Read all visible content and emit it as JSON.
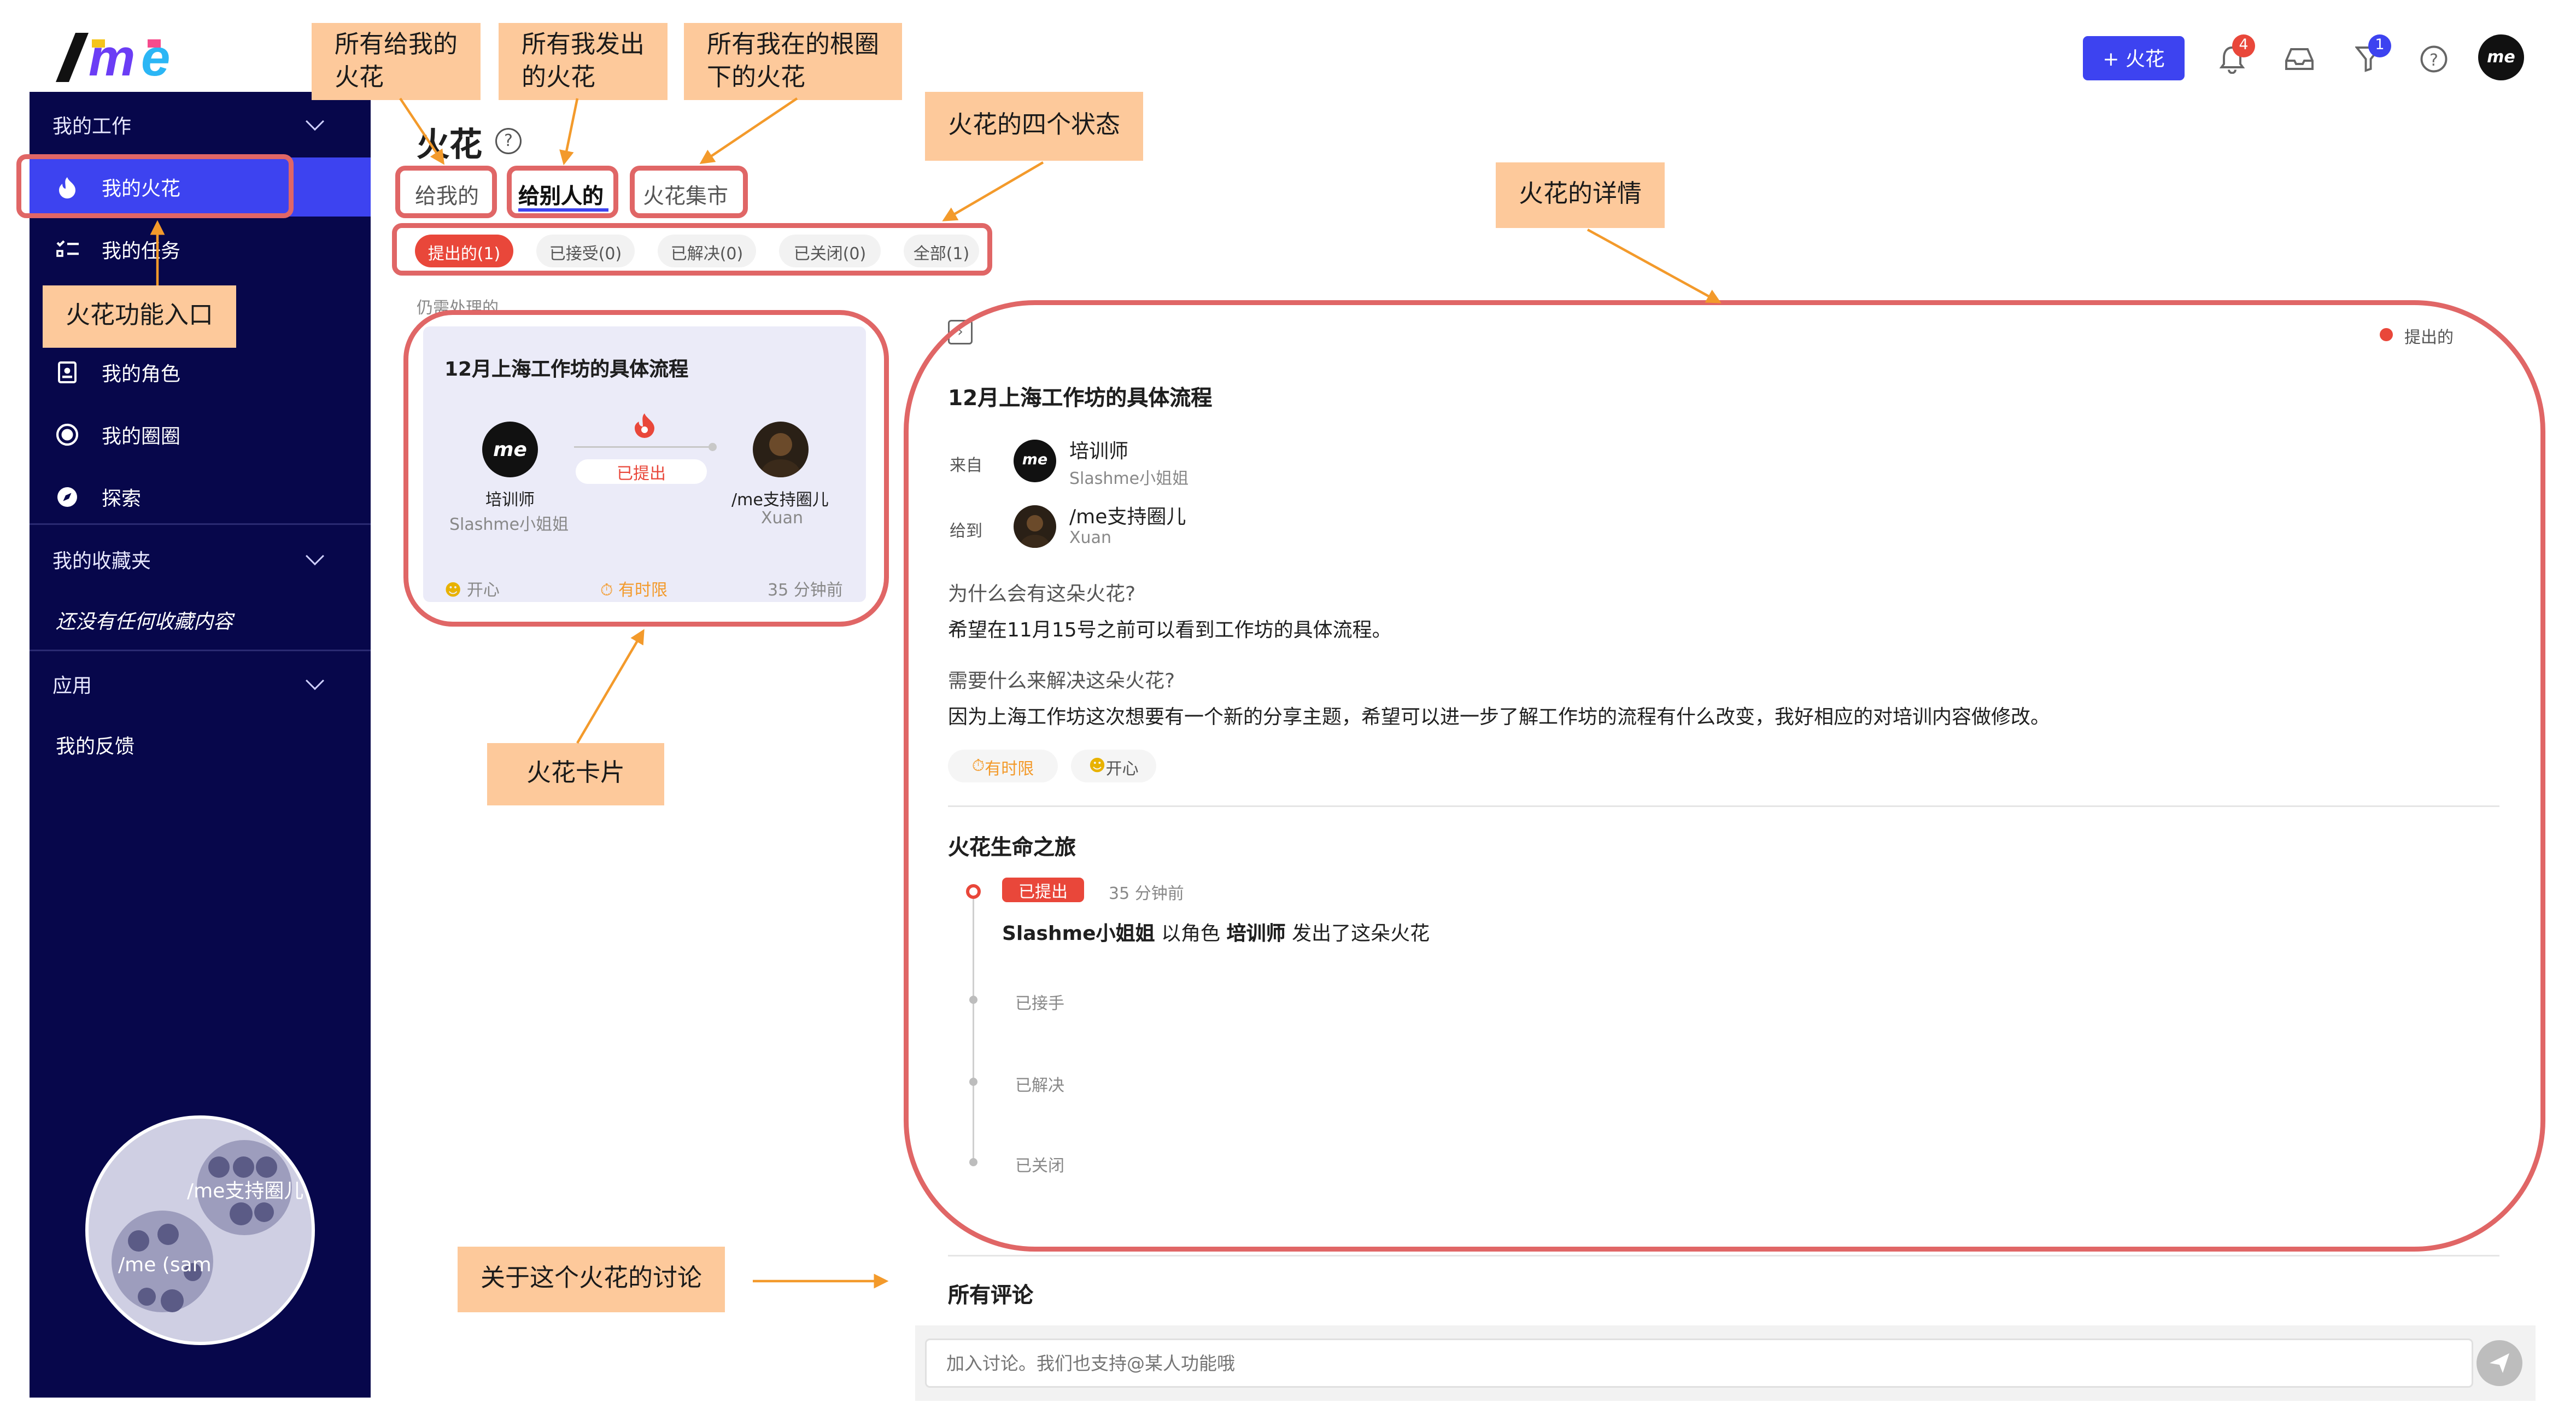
{
  "logo_text": "me",
  "sidebar": {
    "work_title": "我的工作",
    "items": [
      {
        "label": "我的火花"
      },
      {
        "label": "我的任务"
      },
      {
        "label": "我的角色"
      },
      {
        "label": "我的圈圈"
      },
      {
        "label": "探索"
      }
    ],
    "favorites_title": "我的收藏夹",
    "favorites_empty": "还没有任何收藏内容",
    "apps_title": "应用",
    "feedback": "我的反馈",
    "bubble_labels": [
      "/me支持圈儿",
      "/me (sam"
    ]
  },
  "topbar": {
    "new_spark": "+ 火花",
    "bell_badge": "4",
    "filter_badge": "1",
    "avatar_text": "me"
  },
  "page": {
    "title": "火花",
    "help": "?",
    "tabs": [
      "给我的",
      "给别人的",
      "火花集市"
    ],
    "pills": [
      "提出的(1)",
      "已接受(0)",
      "已解决(0)",
      "已关闭(0)",
      "全部(1)"
    ],
    "section_hint": "仍需处理的"
  },
  "card": {
    "title": "12月上海工作坊的具体流程",
    "from_role": "培训师",
    "from_name": "Slashme小姐姐",
    "status": "已提出",
    "to_role": "/me支持圈儿",
    "to_name": "Xuan",
    "mood": "开心",
    "deadline": "有时限",
    "time": "35 分钟前"
  },
  "detail": {
    "status_label": "提出的",
    "title": "12月上海工作坊的具体流程",
    "from_label": "来自",
    "from_role": "培训师",
    "from_name": "Slashme小姐姐",
    "to_label": "给到",
    "to_role": "/me支持圈儿",
    "to_name": "Xuan",
    "q1": "为什么会有这朵火花?",
    "a1": "希望在11月15号之前可以看到工作坊的具体流程。",
    "q2": "需要什么来解决这朵火花?",
    "a2": "因为上海工作坊这次想要有一个新的分享主题，希望可以进一步了解工作坊的流程有什么改变，我好相应的对培训内容做修改。",
    "tag_deadline": "有时限",
    "tag_mood": "开心",
    "lifecycle_title": "火花生命之旅",
    "tl_status": "已提出",
    "tl_time": "35 分钟前",
    "tl_user": "Slashme小姐姐",
    "tl_mid": "以角色",
    "tl_role": "培训师",
    "tl_action": "发出了这朵火花",
    "tl_steps": [
      "已接手",
      "已解决",
      "已关闭"
    ],
    "comments_title": "所有评论",
    "comment_placeholder": "加入讨论。我们也支持@某人功能哦"
  },
  "annotations": {
    "given_to_me": "所有给我的\n火花",
    "sent_by_me": "所有我发出\n的火花",
    "root_circle": "所有我在的根圈\n下的火花",
    "four_states": "火花的四个状态",
    "details": "火花的详情",
    "entry": "火花功能入口",
    "card": "火花卡片",
    "discussion": "关于这个火花的讨论"
  },
  "colors": {
    "sidebar_bg": "#07074b",
    "accent": "#3d43f0",
    "red": "#e9473a",
    "annotation": "#fdc99b",
    "annotation_outline": "#e06666",
    "arrow": "#f39a2b"
  }
}
